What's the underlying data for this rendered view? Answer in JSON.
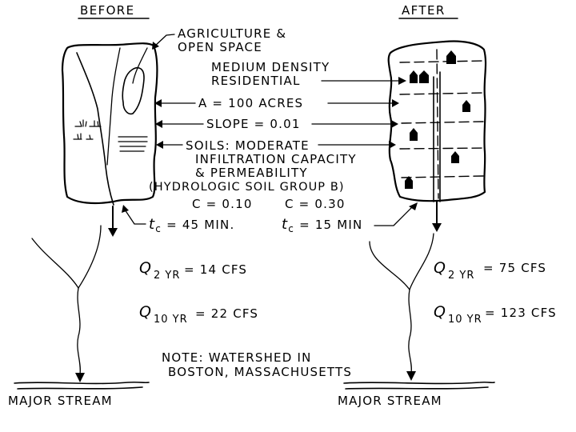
{
  "headings": {
    "before": "BEFORE",
    "after": "AFTER"
  },
  "labels": {
    "ag_line1": "AGRICULTURE &",
    "ag_line2": "OPEN SPACE",
    "res_line1": "MEDIUM DENSITY",
    "res_line2": "RESIDENTIAL",
    "area": "A = 100 ACRES",
    "slope": "SLOPE = 0.01",
    "soils_line1": "SOILS: MODERATE",
    "soils_line2": "INFILTRATION CAPACITY",
    "soils_line3": "& PERMEABILITY",
    "soils_line4": "(HYDROLOGIC SOIL GROUP B)",
    "c_before": "C = 0.10",
    "c_after": "C = 0.30"
  },
  "tc": {
    "before": {
      "symbol": "t",
      "subscript": "c",
      "value": "= 45 MIN."
    },
    "after": {
      "symbol": "t",
      "subscript": "c",
      "value": "= 15 MIN"
    }
  },
  "flows": {
    "before": [
      {
        "symbol": "Q",
        "subscript": "2 YR",
        "value": "= 14 CFS"
      },
      {
        "symbol": "Q",
        "subscript": "10 YR",
        "value": "= 22 CFS"
      }
    ],
    "after": [
      {
        "symbol": "Q",
        "subscript": "2 YR",
        "value": "= 75 CFS"
      },
      {
        "symbol": "Q",
        "subscript": "10 YR",
        "value": "= 123 CFS"
      }
    ]
  },
  "note": {
    "line1": "NOTE: WATERSHED IN",
    "line2": "BOSTON, MASSACHUSETTS"
  },
  "streams": {
    "before": "MAJOR STREAM",
    "after": "MAJOR STREAM"
  },
  "colors": {
    "ink": "#000000",
    "paper": "#ffffff"
  }
}
